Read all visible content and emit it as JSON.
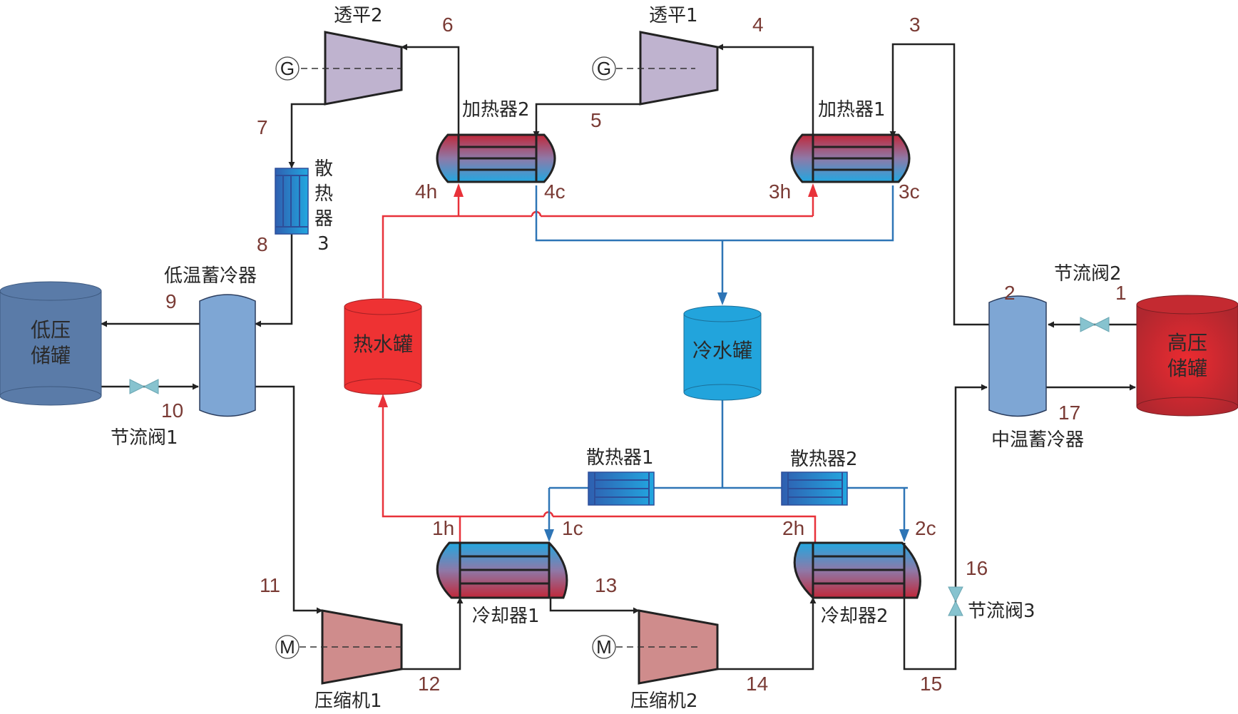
{
  "title": "压缩空气储能系统流程图",
  "components": {
    "turbine2": "透平2",
    "turbine1": "透平1",
    "heater2": "加热器2",
    "heater1": "加热器1",
    "radiator3_chars": [
      "散",
      "热",
      "器",
      "3"
    ],
    "low_temp_cold_storage": "低温蓄冷器",
    "mid_temp_cold_storage": "中温蓄冷器",
    "low_pressure_tank": [
      "低压",
      "储罐"
    ],
    "high_pressure_tank": [
      "高压",
      "储罐"
    ],
    "hot_water_tank": "热水罐",
    "cold_water_tank": "冷水罐",
    "throttle1": "节流阀1",
    "throttle2": "节流阀2",
    "throttle3": "节流阀3",
    "radiator1": "散热器1",
    "radiator2": "散热器2",
    "cooler1": "冷却器1",
    "cooler2": "冷却器2",
    "compressor1": "压缩机1",
    "compressor2": "压缩机2",
    "generator_symbol": "G",
    "motor_symbol": "M"
  },
  "state_points": {
    "p1": "1",
    "p2": "2",
    "p3": "3",
    "p4": "4",
    "p5": "5",
    "p6": "6",
    "p7": "7",
    "p8": "8",
    "p9": "9",
    "p10": "10",
    "p11": "11",
    "p12": "12",
    "p13": "13",
    "p14": "14",
    "p15": "15",
    "p16": "16",
    "p17": "17",
    "p1h": "1h",
    "p1c": "1c",
    "p2h": "2h",
    "p2c": "2c",
    "p3h": "3h",
    "p3c": "3c",
    "p4h": "4h",
    "p4c": "4c"
  },
  "colors": {
    "air_line": "#222222",
    "hot_water_line": "#e8323a",
    "cold_water_line": "#2e75b6",
    "turbine_fill": "#bfb3cf",
    "compressor_fill": "#cf8c8c",
    "hot_tank": "#ee3233",
    "cold_tank": "#22a4dc",
    "lp_tank": "#5a7ba8",
    "hp_tank": "#b82a33",
    "cold_storage_fill": "#7ea6d4",
    "valve_fill": "#87c3cf",
    "label_number": "#7a3b35"
  }
}
